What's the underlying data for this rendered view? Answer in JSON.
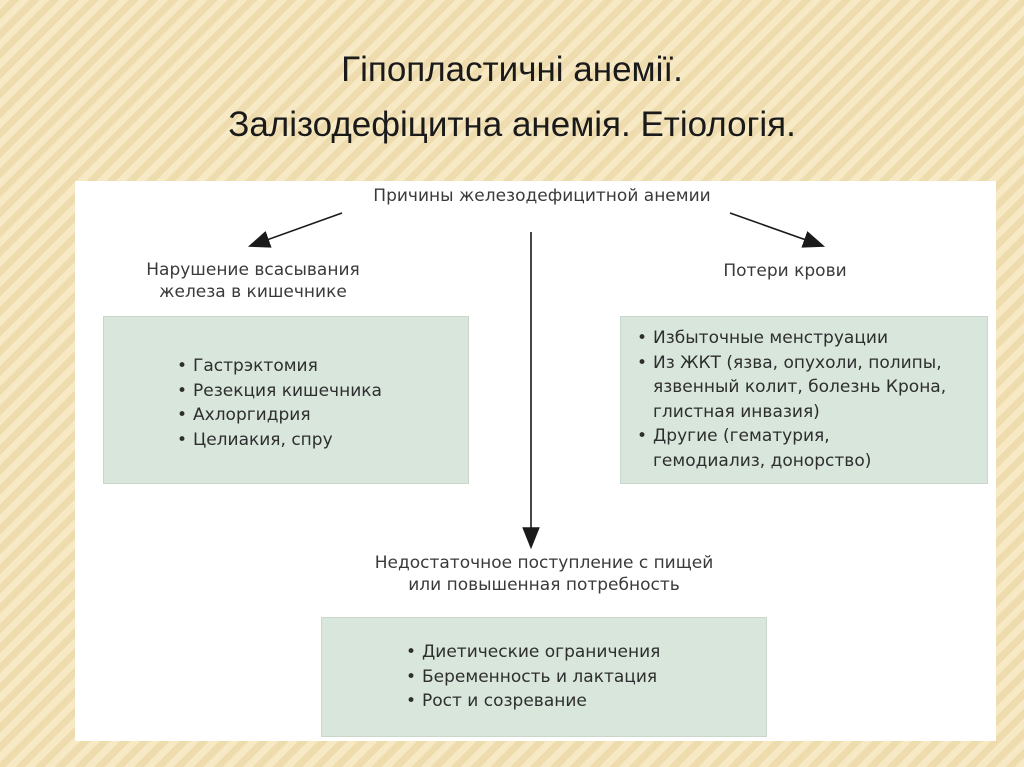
{
  "title": {
    "line1": "Гіпопластичні анемії.",
    "line2": "Залізодефіцитна анемія. Етіологія."
  },
  "diagram": {
    "root": "Причины железодефицитной анемии",
    "left": {
      "heading_line1": "Нарушение всасывания",
      "heading_line2": "железа в кишечнике",
      "items": [
        "Гастрэктомия",
        "Резекция кишечника",
        "Ахлоргидрия",
        "Целиакия, спру"
      ]
    },
    "right": {
      "heading": "Потери крови",
      "items": [
        [
          "Избыточные менструации"
        ],
        [
          "Из ЖКТ (язва, опухоли, полипы,",
          "язвенный колит, болезнь Крона,",
          "глистная инвазия)"
        ],
        [
          "Другие (гематурия,",
          "гемодиализ, донорство)"
        ]
      ]
    },
    "bottom": {
      "heading_line1": "Недостаточное поступление с пищей",
      "heading_line2": "или повышенная потребность",
      "items": [
        "Диетические ограничения",
        "Беременность и лактация",
        "Рост и созревание"
      ]
    }
  },
  "colors": {
    "box_fill": "#d8e6dc",
    "arrow": "#1a1a1a",
    "background": "#f6e9c4"
  }
}
